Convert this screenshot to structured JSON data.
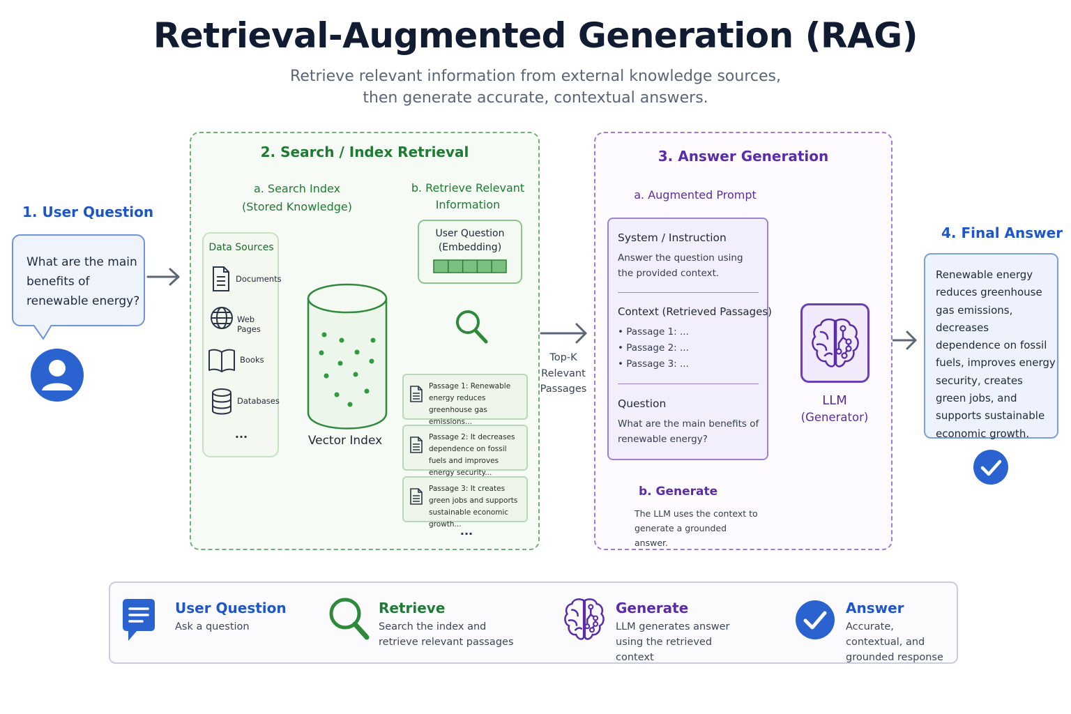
{
  "title": "Retrieval-Augmented Generation (RAG)",
  "subtitle_line1": "Retrieve relevant information from external knowledge sources,",
  "subtitle_line2": "then generate accurate, contextual answers.",
  "step1": {
    "heading": "1. User Question",
    "question": "What are the main benefits of renewable energy?"
  },
  "step2": {
    "heading": "2. Search / Index Retrieval",
    "search_index": {
      "label": "a. Search Index",
      "sub": "(Stored Knowledge)"
    },
    "retrieve": {
      "label_line1": "b. Retrieve Relevant",
      "label_line2": "Information"
    },
    "data_sources": {
      "title": "Data Sources",
      "items": [
        "Documents",
        "Web Pages",
        "Books",
        "Databases"
      ],
      "more": "..."
    },
    "vector_index": "Vector Index",
    "embedding": {
      "line1": "User Question",
      "line2": "(Embedding)"
    },
    "passages": [
      "Passage 1: Renewable energy reduces greenhouse gas emissions...",
      "Passage 2: It decreases dependence on fossil fuels and improves energy security...",
      "Passage 3: It creates green jobs and supports sustainable economic growth..."
    ],
    "passages_more": "..."
  },
  "topk": {
    "line1": "Top-K",
    "line2": "Relevant",
    "line3": "Passages"
  },
  "step3": {
    "heading": "3. Answer Generation",
    "augmented_label": "a. Augmented Prompt",
    "system_title": "System / Instruction",
    "system_text": "Answer the question using the provided context.",
    "context_title": "Context (Retrieved Passages)",
    "context_items": [
      "Passage 1: ...",
      "Passage 2: ...",
      "Passage 3: ..."
    ],
    "question_title": "Question",
    "question_text": "What are the main benefits of renewable energy?",
    "generate_label": "b. Generate",
    "generate_text": "The LLM uses the context to generate a grounded answer.",
    "llm_line1": "LLM",
    "llm_line2": "(Generator)"
  },
  "step4": {
    "heading": "4. Final Answer",
    "answer": "Renewable energy reduces greenhouse gas emissions, decreases dependence on fossil fuels, improves energy security, creates green jobs, and supports sustainable economic growth."
  },
  "summary": [
    {
      "title": "User Question",
      "desc": "Ask a question"
    },
    {
      "title": "Retrieve",
      "desc": "Search the index and retrieve relevant passages"
    },
    {
      "title": "Generate",
      "desc": "LLM generates answer using the retrieved context"
    },
    {
      "title": "Answer",
      "desc": "Accurate, contextual, and grounded response"
    }
  ],
  "colors": {
    "blue": "#1e56c8",
    "green": "#1f7a33",
    "purple": "#5a2ca8"
  },
  "icons": [
    "person-icon",
    "document-icon",
    "globe-icon",
    "book-icon",
    "database-icon",
    "search-icon",
    "brain-icon",
    "check-icon",
    "chat-icon"
  ]
}
